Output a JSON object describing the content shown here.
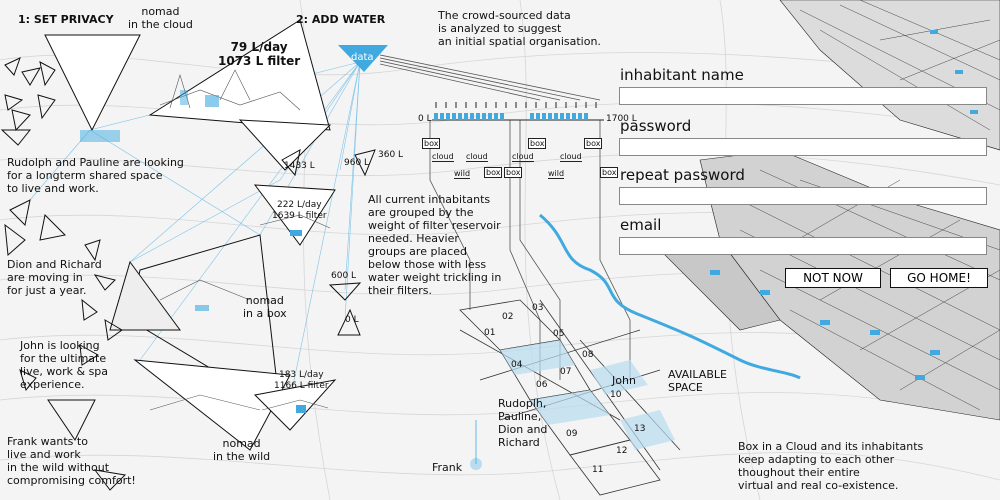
{
  "steps": {
    "step1": "1: SET PRIVACY",
    "step2": "2: ADD WATER"
  },
  "nomads": {
    "cloud": "nomad\nin the cloud",
    "box": "nomad\nin a box",
    "wild": "nomad\nin the wild"
  },
  "filters": {
    "cloud": "79 L/day\n1073 L filter",
    "box": "222 L/day\n1639 L filter",
    "wild": "183 L/day\n1166 L filter"
  },
  "data_label": "data",
  "crowd_text": "The crowd-sourced data\nis analyzed to suggest\nan initial spatial organisation.",
  "inhabitants": {
    "rudolph_pauline": "Rudolph and Pauline are looking\nfor a longterm shared space\nto live and work.",
    "dion_richard": "Dion and Richard\nare moving in\nfor just a year.",
    "john": "John is looking\nfor the ultimate\nlive, work & spa\nexperience.",
    "frank": "Frank wants to\nlive and work\nin the wild without\ncompromising comfort!"
  },
  "volumes": {
    "v1433": "1433 L",
    "v960": "960 L",
    "v360": "360 L",
    "v600": "600 L",
    "v0": "0 L"
  },
  "scale": {
    "start": "0 L",
    "end": "1700 L"
  },
  "grouping_text": "All current inhabitants\nare grouped by the\nweight of filter reservoir\nneeded. Heavier\ngroups are placed\nbelow those with less\nwater weight trickling in\ntheir filters.",
  "tags": {
    "box": "box",
    "cloud": "cloud",
    "wild": "wild"
  },
  "plan_numbers": [
    "01",
    "02",
    "03",
    "04",
    "05",
    "06",
    "07",
    "08",
    "09",
    "10",
    "11",
    "12",
    "13"
  ],
  "plan_labels": {
    "john": "John",
    "available": "AVAILABLE\nSPACE",
    "group": "Rudoplh,\nPauline,\nDion and\nRichard",
    "frank": "Frank"
  },
  "closing_text": "Box in a Cloud and its inhabitants\nkeep adapting to each other\nthoughout their entire\nvirtual and real co-existence.",
  "form": {
    "name_label": "inhabitant name",
    "name_value": "",
    "password_label": "password",
    "password_value": "",
    "repeat_label": "repeat password",
    "repeat_value": "",
    "email_label": "email",
    "email_value": "",
    "not_now": "NOT NOW",
    "go_home": "GO HOME!"
  },
  "colors": {
    "accent": "#3fa9e0",
    "line": "#222222",
    "background": "#f4f4f4"
  }
}
